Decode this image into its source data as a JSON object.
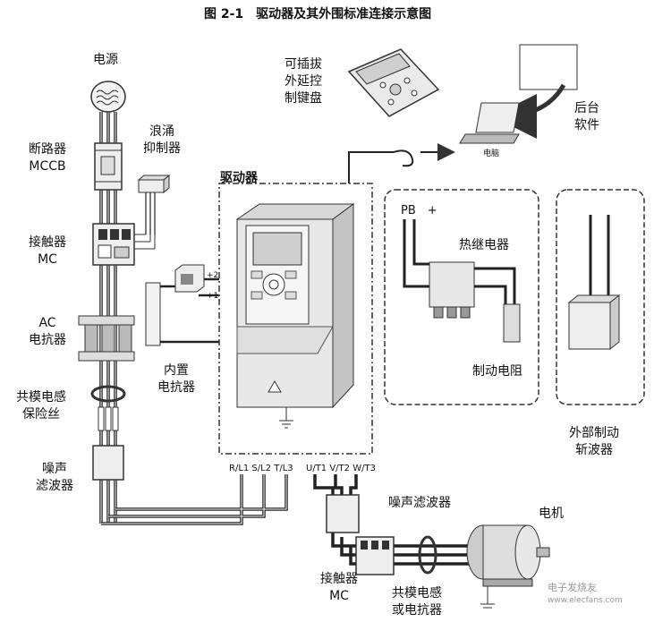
{
  "title": "图 2-1　驱动器及其外围标准连接示意图",
  "labels": {
    "power": "电源",
    "breaker": [
      "断路器",
      "MCCB"
    ],
    "surge": [
      "浪涌",
      "抑制器"
    ],
    "contactor_left": [
      "接触器",
      "MC"
    ],
    "ac_reactor": [
      "AC",
      "电抗器"
    ],
    "cm_inductor_fuse": [
      "共模电感",
      "保险丝"
    ],
    "noise_filter_left": [
      "噪声",
      "滤波器"
    ],
    "drive": "驱动器",
    "keypad": [
      "可插拔",
      "外延控",
      "制键盘"
    ],
    "backend": [
      "后台",
      "软件"
    ],
    "computer": "电脑",
    "pb_plus": "PB　+",
    "thermal_relay": "热继电器",
    "brake_resistor": "制动电阻",
    "internal_reactor": [
      "内置",
      "电抗器"
    ],
    "ext_brake_chopper": [
      "外部制动",
      "斩波器"
    ],
    "plus2": "+2",
    "plus1": "+1",
    "input_terminals": "R/L1  S/L2  T/L3",
    "output_terminals": "U/T1 V/T2 W/T3",
    "noise_filter_right": "噪声滤波器",
    "motor": "电机",
    "contactor_right": [
      "接触器",
      "MC"
    ],
    "cm_or_reactor": [
      "共模电感",
      "或电抗器"
    ],
    "watermark": "电子发烧友",
    "watermark_url": "www.elecfans.com"
  }
}
